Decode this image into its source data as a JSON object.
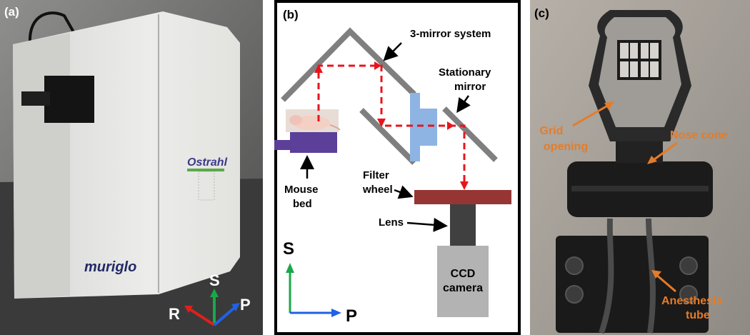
{
  "panel_a": {
    "tag": "(a)",
    "brand_primary": "Ostrahl",
    "brand_secondary": "muriglo",
    "axes": {
      "superior": "S",
      "right": "R",
      "posterior": "P"
    },
    "colors": {
      "superior": "#1aa84a",
      "right": "#e0201c",
      "posterior": "#1f62e6"
    }
  },
  "panel_b": {
    "tag": "(b)",
    "labels": {
      "mirror_system": "3-mirror system",
      "stationary_1": "Stationary",
      "stationary_2": "mirror",
      "filter_1": "Filter",
      "filter_2": "wheel",
      "mouse_1": "Mouse",
      "mouse_2": "bed",
      "lens": "Lens",
      "ccd_1": "CCD",
      "ccd_2": "camera"
    },
    "axes": {
      "vertical": "S",
      "horizontal": "P"
    },
    "colors": {
      "mirror": "#7f7f7f",
      "light_path": "#e8141c",
      "mouse_bed": "#5b3f99",
      "filter_block": "#8db4e2",
      "filter_wheel": "#963634",
      "lens": "#404040",
      "camera": "#b3b3b3",
      "axis_s": "#1aa84a",
      "axis_p": "#1f62e6"
    }
  },
  "panel_c": {
    "tag": "(c)",
    "labels": {
      "grid_1": "Grid",
      "grid_2": "opening",
      "nose": "Nose cone",
      "anesthesia_1": "Anesthesia",
      "anesthesia_2": "tube"
    },
    "colors": {
      "annotation": "#e57c29"
    }
  }
}
